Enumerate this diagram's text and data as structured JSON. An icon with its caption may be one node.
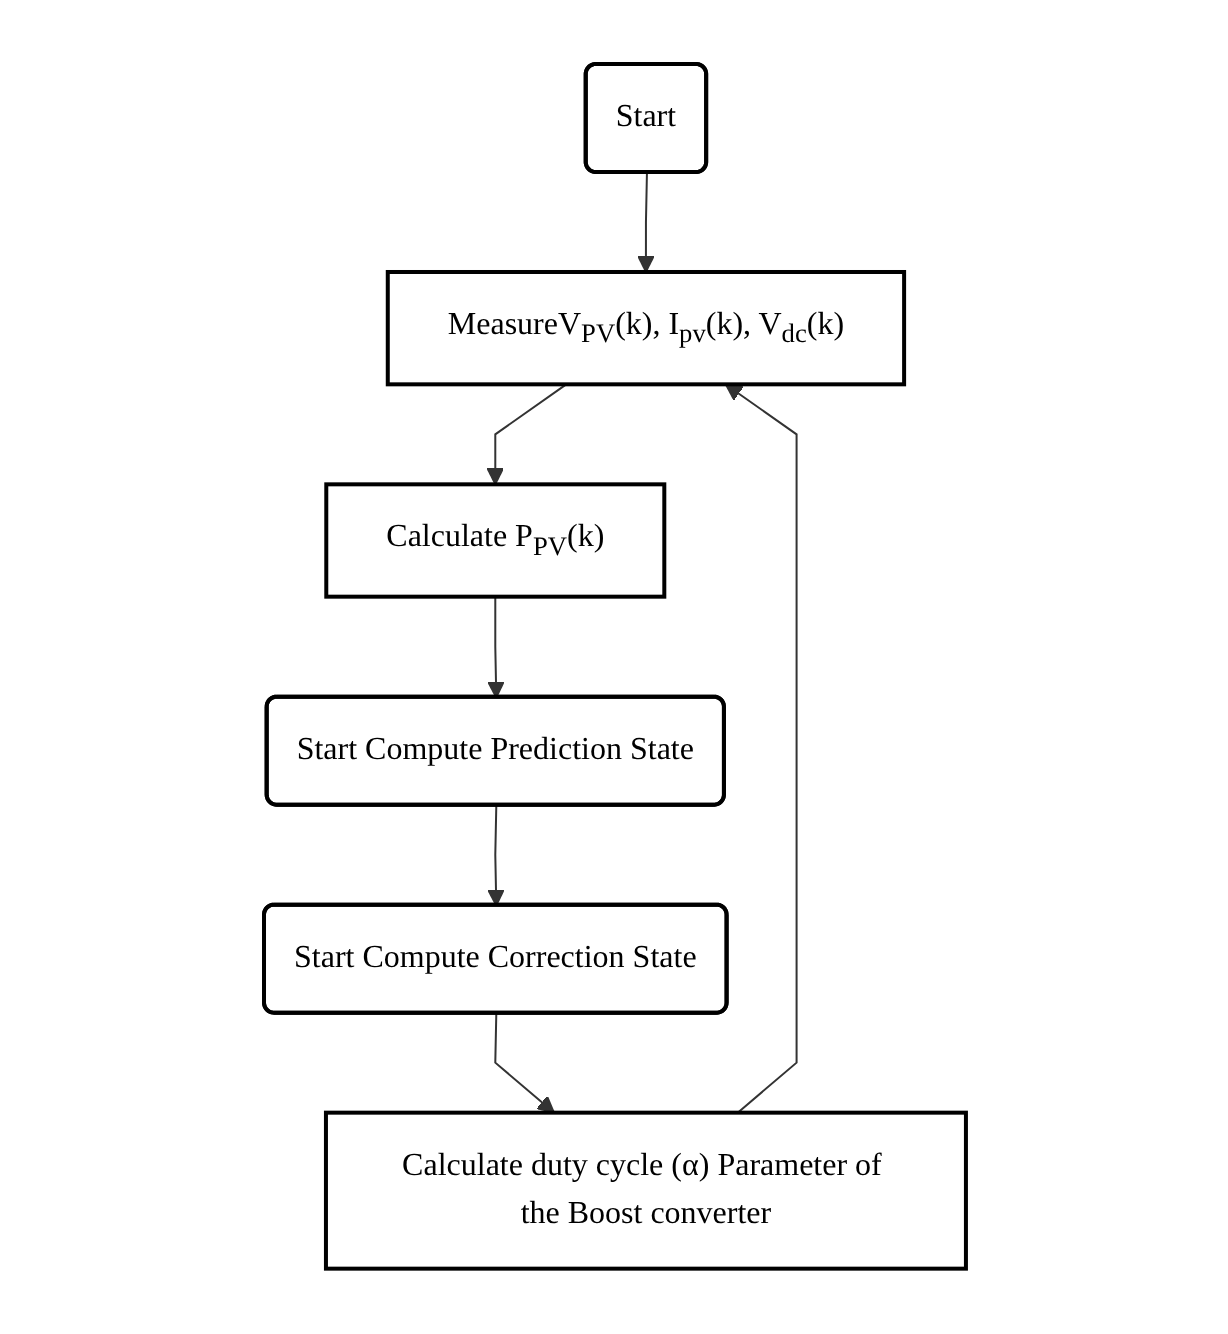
{
  "diagram": {
    "nodes": [
      {
        "text": [
          "Start"
        ]
      },
      {
        "text": [
          "MeasureV$_{PV}$(k), I$_{pv}$(k), V$_{dc}$(k)"
        ]
      },
      {
        "text": [
          "Calculate P$_{PV}$(k)"
        ]
      },
      {
        "text": [
          "Start Compute Prediction State"
        ]
      },
      {
        "text": [
          "Start Compute Correction State"
        ]
      },
      {
        "text": [
          "Calculate duty cycle (α) Parameter of the Boost converter"
        ]
      }
    ],
    "edges": [
      {
        "from": 0,
        "to": 1,
        "arrow": "to"
      },
      {
        "from": 1,
        "to": 2,
        "arrow": "to"
      },
      {
        "from": 2,
        "to": 3,
        "arrow": "to"
      },
      {
        "from": 3,
        "to": 4,
        "arrow": "to"
      },
      {
        "from": 4,
        "to": 5,
        "arrow": "to"
      },
      {
        "from": 5,
        "to": 1,
        "arrow": "to"
      }
    ]
  }
}
